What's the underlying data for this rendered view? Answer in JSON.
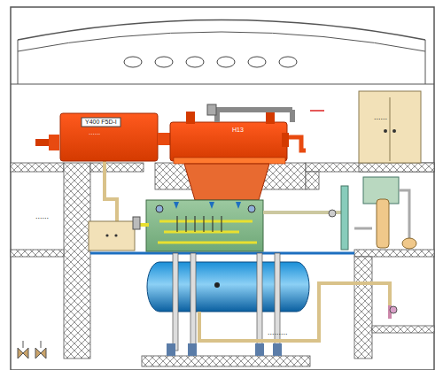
{
  "diagram": {
    "labels": [
      "Y400 F5D-I",
      "H13",
      "......",
      ".........",
      "......",
      "......"
    ]
  }
}
